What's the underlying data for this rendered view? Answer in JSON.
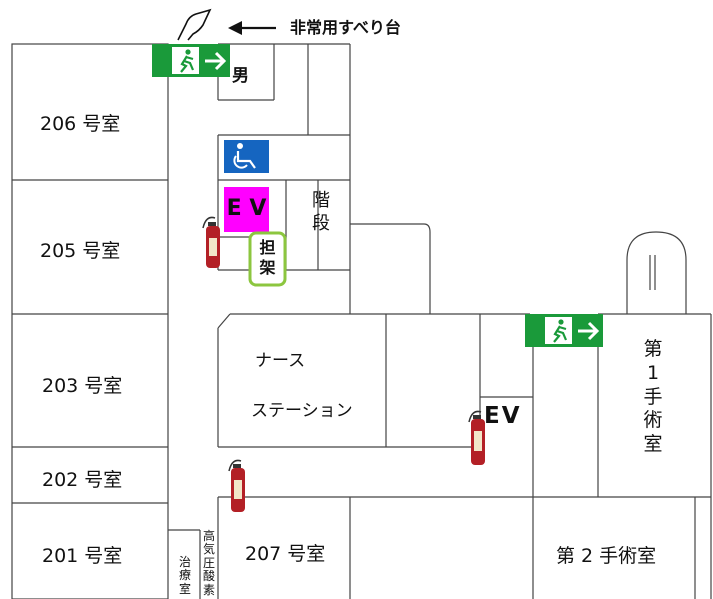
{
  "rooms": {
    "r206": "206 号室",
    "r205": "205 号室",
    "r203": "203 号室",
    "r202": "202 号室",
    "r201": "201 号室",
    "r207": "207 号室",
    "op1": "第\n1\n手\n術\n室",
    "op2": "第 2 手術室"
  },
  "labels": {
    "slide": "非常用すべり台",
    "male": "男",
    "stairs": "階\n段",
    "stretcher": "担\n架",
    "nurse_line1": "ナース",
    "nurse_line2": "ステーション",
    "ev_upper": "E V",
    "ev_lower": "EV",
    "oxygen_col1": "治\n療\n室",
    "oxygen_col2": "高\n気\n圧\n酸\n素"
  },
  "colors": {
    "wall": "#444444",
    "exit_green": "#1a9a3a",
    "accessible_blue": "#1565c0",
    "ev_magenta": "#ff00ff",
    "stretcher_border": "#8cc63f",
    "extinguisher_red": "#b32026"
  },
  "icons": [
    "emergency-exit-sign-icon",
    "accessible-toilet-icon",
    "fire-extinguisher-icon",
    "emergency-slide-icon",
    "arrow-left-icon"
  ]
}
